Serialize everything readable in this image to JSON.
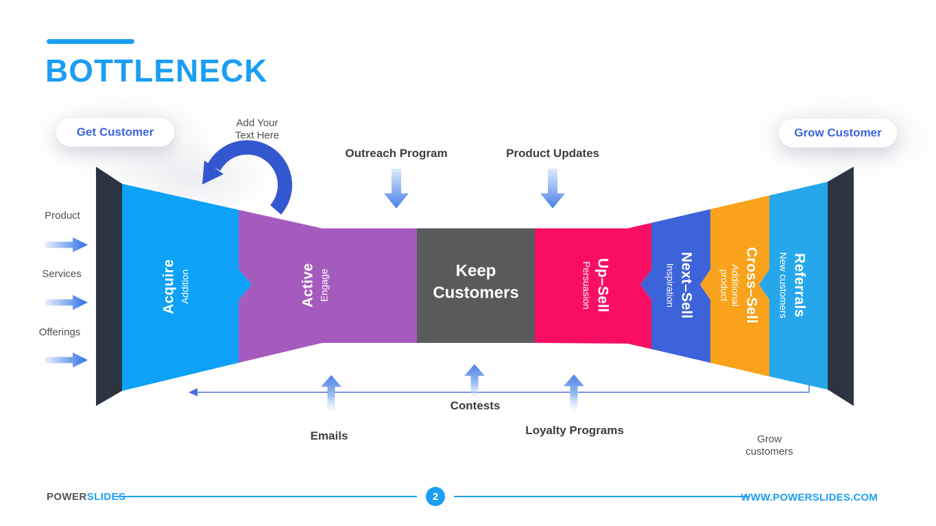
{
  "header": {
    "title": "BOTTLENECK"
  },
  "pills": {
    "left": "Get Customer",
    "right": "Grow Customer"
  },
  "top_labels": {
    "add_text": "Add Your Text Here",
    "outreach": "Outreach Program",
    "product_updates": "Product Updates"
  },
  "left_inputs": {
    "items": [
      "Product",
      "Services",
      "Offerings"
    ]
  },
  "bottom_labels": {
    "emails": "Emails",
    "contests": "Contests",
    "loyalty": "Loyalty Programs",
    "grow": "Grow customers"
  },
  "funnel": {
    "wedge_color": "#2B3440",
    "segments": [
      {
        "id": "acquire",
        "label": "Acquire",
        "sublabel": "Addition",
        "color": "#0DA1F8"
      },
      {
        "id": "active",
        "label": "Active",
        "sublabel": "Engage",
        "color": "#A55BBE"
      },
      {
        "id": "keep",
        "label": "Keep Customers",
        "sublabel": "",
        "color": "#595A5C"
      },
      {
        "id": "upsell",
        "label": "Up–Sell",
        "sublabel": "Persuasion",
        "color": "#FA0E63"
      },
      {
        "id": "nextsell",
        "label": "Next–Sell",
        "sublabel": "Inspiration",
        "color": "#3C63DA"
      },
      {
        "id": "crosssell",
        "label": "Cross–Sell",
        "sublabel": "Additional product",
        "color": "#F9A21B"
      },
      {
        "id": "referrals",
        "label": "Referrals",
        "sublabel": "New customers",
        "color": "#27A7EB"
      }
    ]
  },
  "footer": {
    "brand_bold": "POWER",
    "brand_accent": "SLIDES",
    "page_number": "2",
    "website": "WWW.POWERSLIDES.COM"
  },
  "colors": {
    "accent_blue": "#1B9EF3",
    "pill_text_blue": "#3A63DE",
    "curved_arrow_blue": "#3357CF",
    "baseline_blue": "#4A6EE0",
    "label_dark": "#3C3C3C"
  }
}
